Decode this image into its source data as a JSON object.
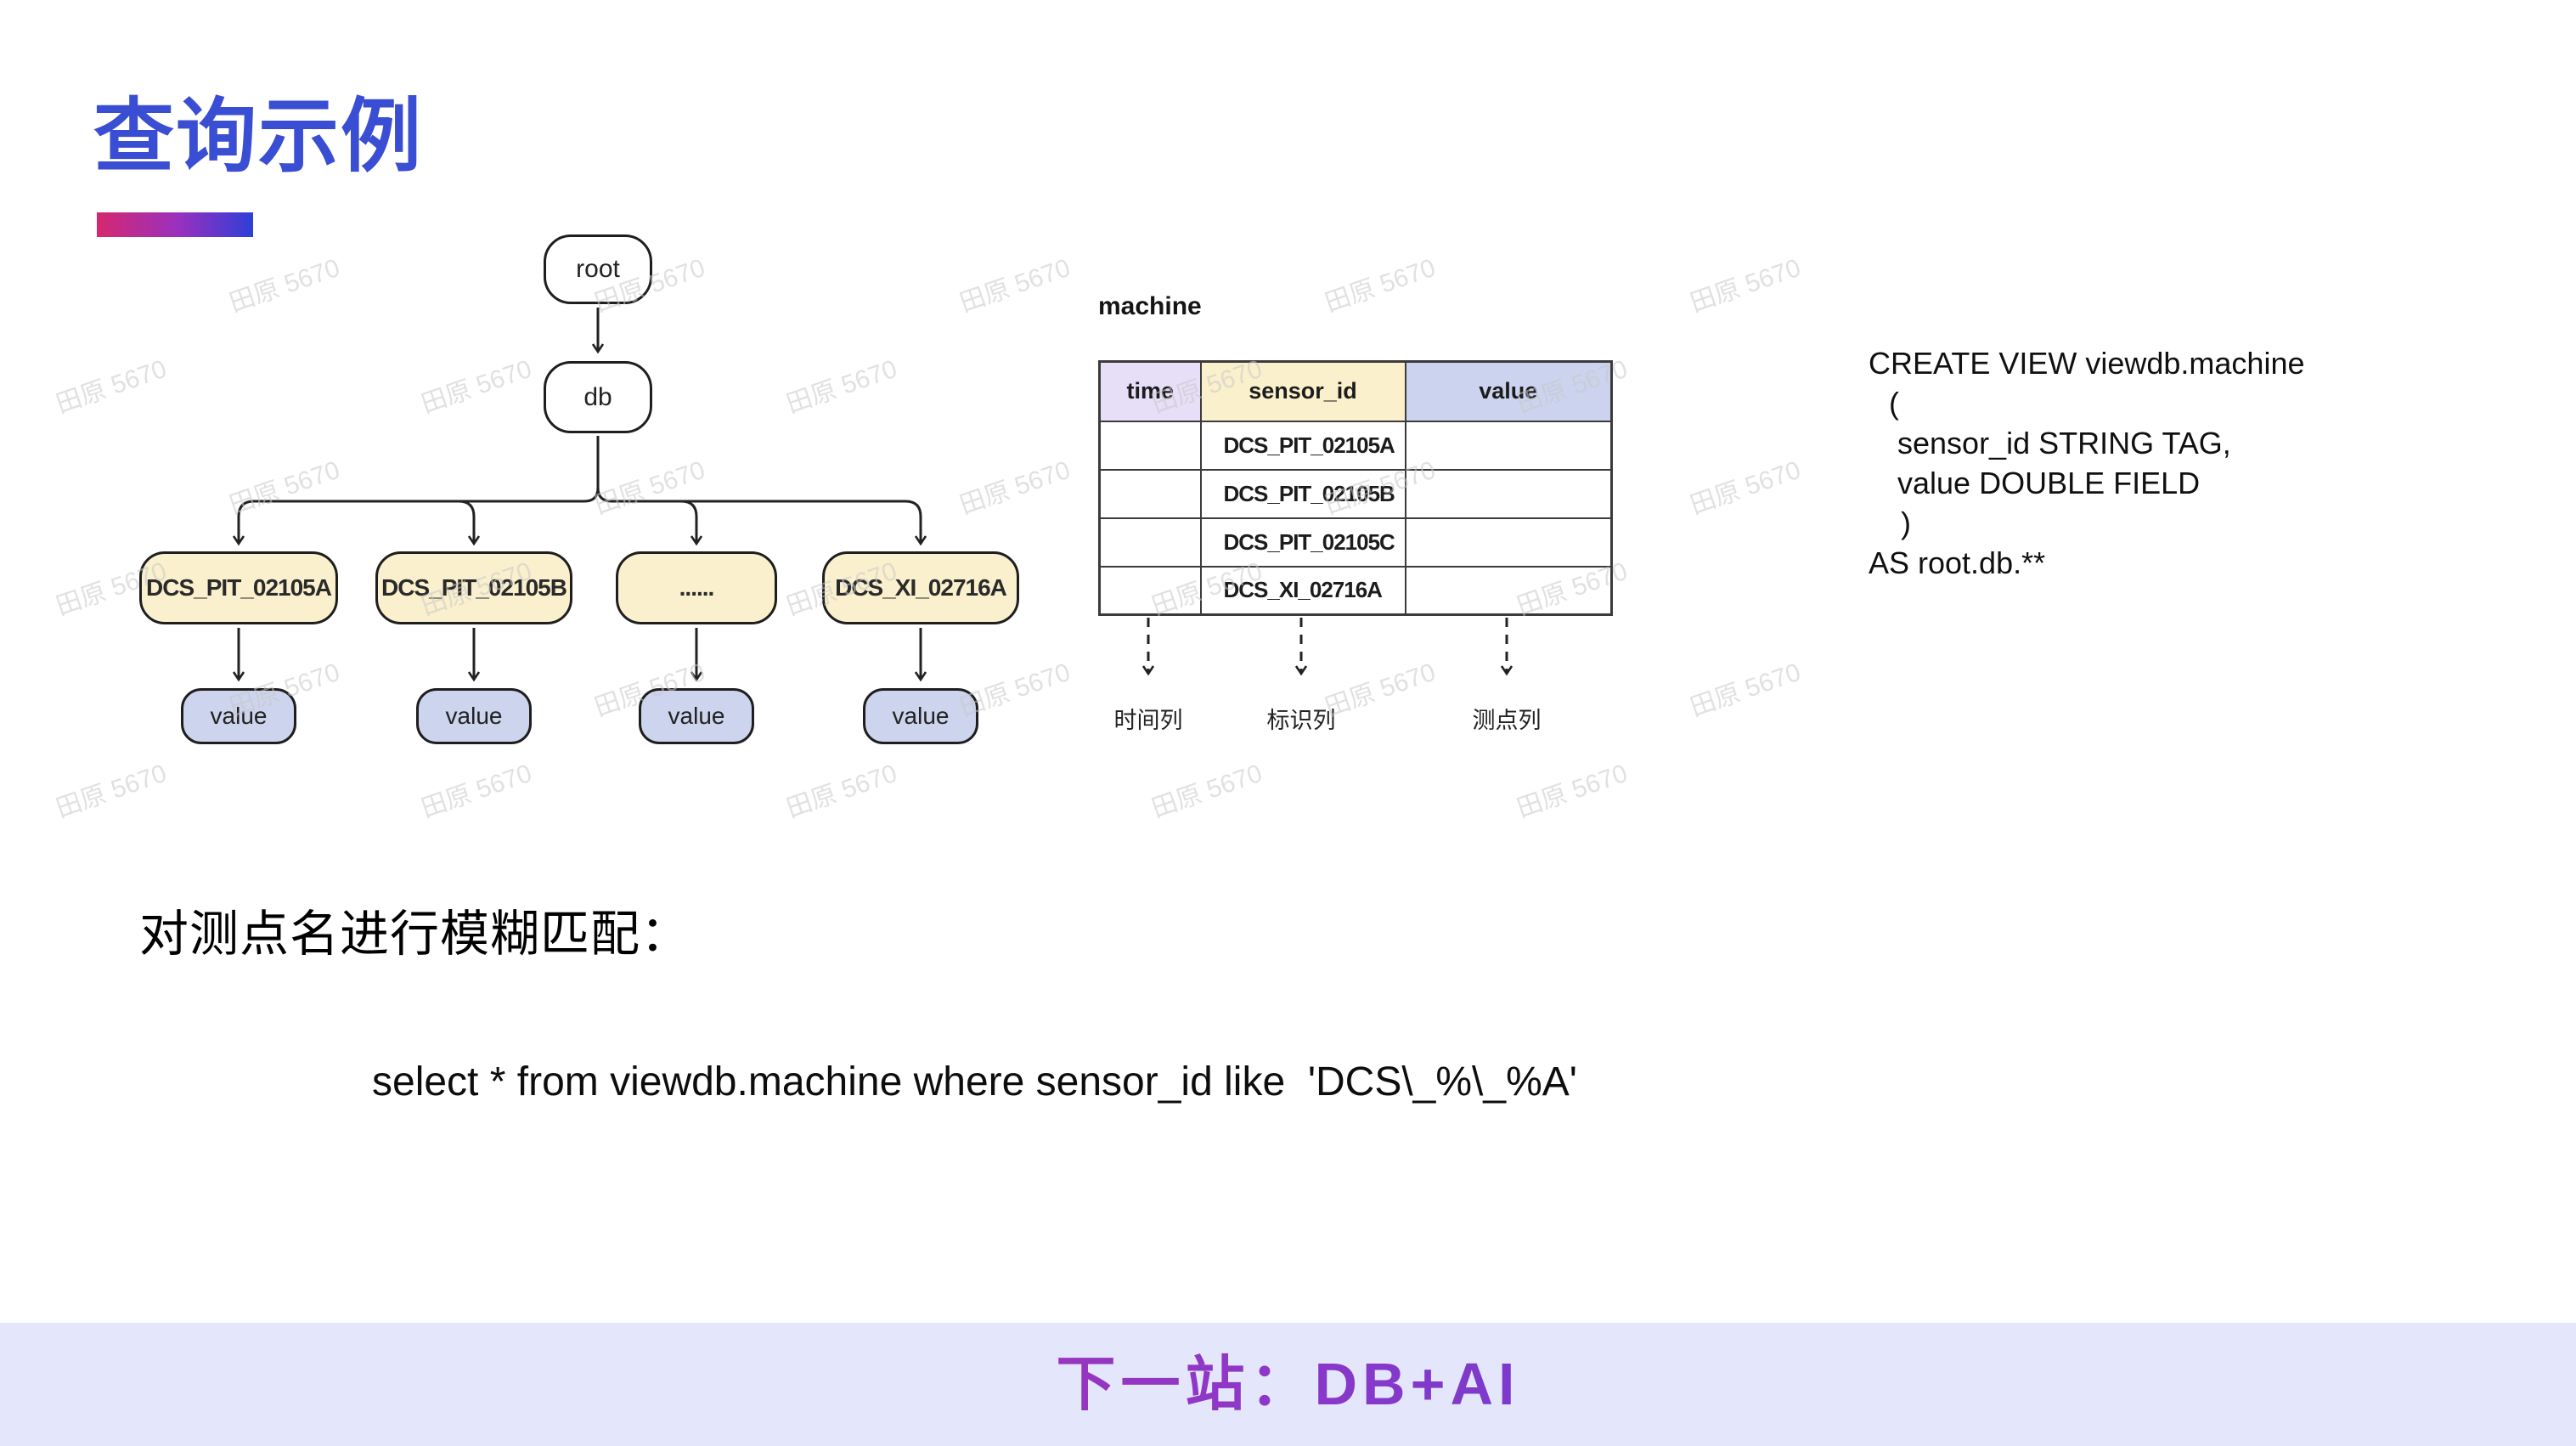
{
  "title": "查询示例",
  "watermark": {
    "text": "田原 5670"
  },
  "tree": {
    "root": "root",
    "db": "db",
    "leaves": [
      "DCS_PIT_02105A",
      "DCS_PIT_02105B",
      "......",
      "DCS_XI_02716A"
    ],
    "values": [
      "value",
      "value",
      "value",
      "value"
    ]
  },
  "table": {
    "name": "machine",
    "columns": [
      "time",
      "sensor_id",
      "value"
    ],
    "rows": [
      [
        "",
        "DCS_PIT_02105A",
        ""
      ],
      [
        "",
        "DCS_PIT_02105B",
        ""
      ],
      [
        "",
        "DCS_PIT_02105C",
        ""
      ],
      [
        "",
        "DCS_XI_02716A",
        ""
      ]
    ],
    "column_annotations": [
      "时间列",
      "标识列",
      "测点列"
    ]
  },
  "create_view": {
    "lines": [
      "CREATE VIEW viewdb.machine",
      "(",
      "sensor_id STRING TAG,",
      "value DOUBLE FIELD",
      ")",
      "AS root.db.**"
    ]
  },
  "body": {
    "heading": "对测点名进行模糊匹配：",
    "query": "select * from viewdb.machine where sensor_id like  'DCS\\_%\\_%A'"
  },
  "footer": {
    "text": "下一站：DB+AI"
  },
  "colors": {
    "title_blue": "#3A4ED3",
    "accent_pink": "#D5286E",
    "accent_purple": "#9A30BE",
    "accent_blue": "#2E3FD8",
    "leaf_fill": "#FAF0CD",
    "value_fill": "#CDD4EE",
    "header_time_fill": "#E7DFF7",
    "header_sensor_fill": "#FAF0CC",
    "header_value_fill": "#CBD3EE",
    "footer_bg": "#E4E7FB"
  }
}
